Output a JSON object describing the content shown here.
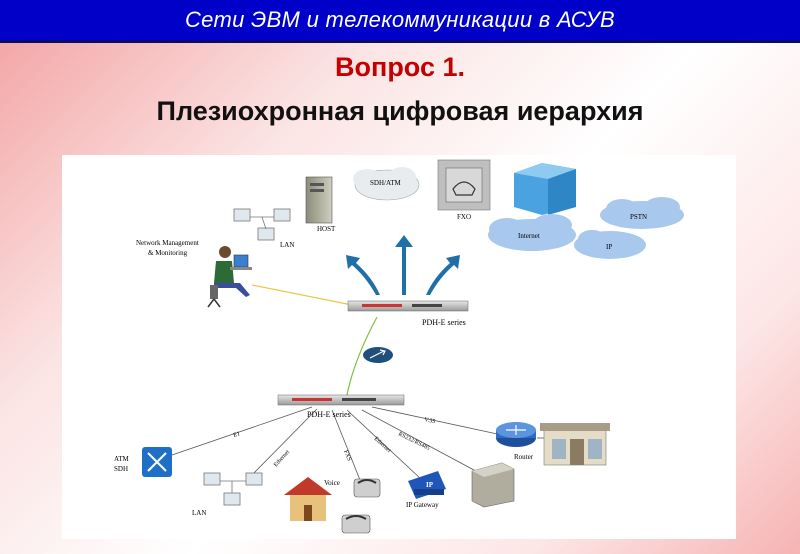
{
  "header": {
    "title": "Сети ЭВМ и телекоммуникации в АСУВ"
  },
  "question": "Вопрос 1.",
  "subtitle": "Плезиохронная цифровая иерархия",
  "diagram": {
    "host": "HOST",
    "sdh_atm": "SDH/ATM",
    "fxo": "FXO",
    "pstn": "PSTN",
    "internet": "Internet",
    "ip": "IP",
    "lan_top": "LAN",
    "nms_line1": "Network Management",
    "nms_line2": "& Monitoring",
    "pdh_upper": "PDH-E series",
    "pdh_lower": "PDH-E series",
    "atm_label": "ATM",
    "sdh_label": "SDH",
    "lan_bottom": "LAN",
    "voice": "Voice",
    "ip_gateway": "IP Gateway",
    "router": "Router",
    "link_e1": "E1",
    "link_ethernet1": "Ethernet",
    "link_fxs": "FXS",
    "link_ethernet2": "Ethernet",
    "link_rs": "RS232/RS485",
    "link_v35": "V.35",
    "ip_badge": "IP"
  },
  "colors": {
    "header_bg": "#0000c8",
    "question": "#c40000",
    "arrows": "#1f6fa8",
    "cloud": "#a9c8ee",
    "building": "#4aa3e0"
  }
}
